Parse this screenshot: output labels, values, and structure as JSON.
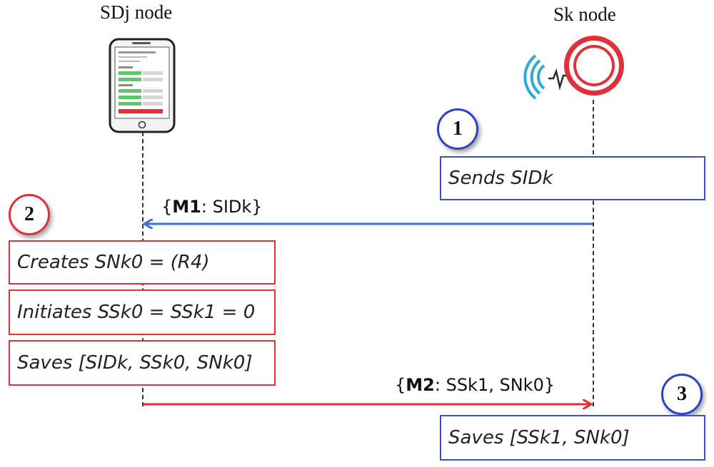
{
  "nodes": {
    "sdj": {
      "title": "SDj node"
    },
    "sk": {
      "title": "Sk node"
    }
  },
  "badges": {
    "step1": "1",
    "step2": "2",
    "step3": "3"
  },
  "messages": {
    "m1": {
      "name": "M1",
      "content": ": SIDk",
      "open": "{",
      "close": "}"
    },
    "m2": {
      "name": "M2",
      "content": ": SSk1, SNk0",
      "open": "{",
      "close": "}"
    }
  },
  "steps": {
    "sends_sidk": "Sends SIDk",
    "creates_snk0": "Creates SNk0 = (R4)",
    "initiates_ssk": "Initiates SSk0 = SSk1 = 0",
    "saves_sdj": "Saves [SIDk, SSk0, SNk0]",
    "saves_sk": "Saves [SSk1, SNk0]"
  },
  "colors": {
    "red": "#e0303a",
    "blue": "#2b43c8",
    "arrow_blue": "#3a6fe0",
    "arrow_red": "#e0303a"
  }
}
